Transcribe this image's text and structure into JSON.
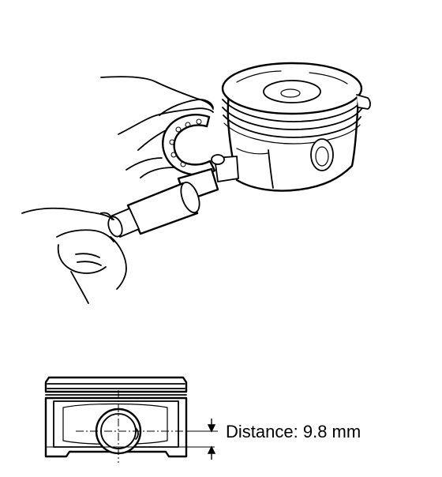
{
  "caption": {
    "distance_label": "Distance:",
    "distance_value": "9.8 mm"
  },
  "illustration": {
    "upper_view": "micrometer-measuring-piston",
    "lower_view": "piston-side-view-with-pin-bore"
  }
}
